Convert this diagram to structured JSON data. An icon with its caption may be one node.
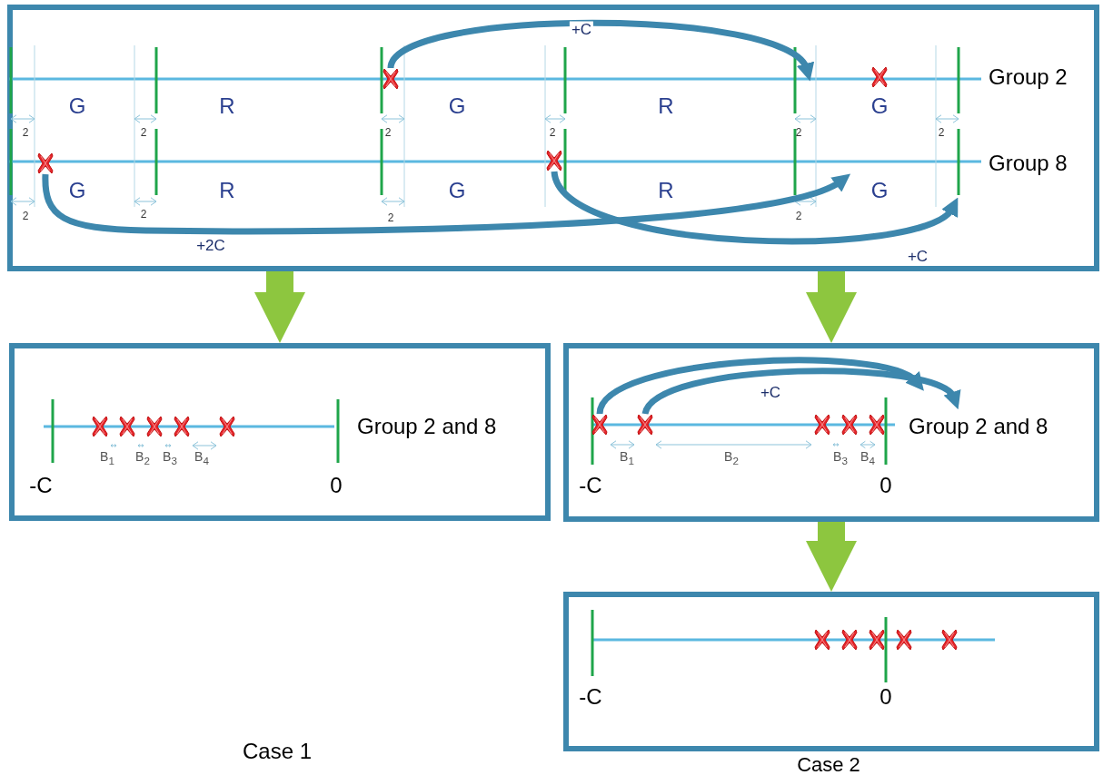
{
  "diagram": {
    "nodes": [
      {
        "text": [],
        "shape": "box"
      },
      {
        "text": [],
        "shape": "box"
      },
      {
        "text": [],
        "shape": "box"
      },
      {
        "text": [],
        "shape": "box"
      },
      {
        "text": [],
        "shape": "cross",
        "in": 0
      },
      {
        "text": [],
        "shape": "cross",
        "in": 0
      },
      {
        "text": [],
        "shape": "cross",
        "in": 0
      },
      {
        "text": [],
        "shape": "cross",
        "in": 0
      },
      {
        "text": [],
        "shape": "cross",
        "in": 1
      },
      {
        "text": [],
        "shape": "cross",
        "in": 1
      },
      {
        "text": [],
        "shape": "cross",
        "in": 1
      },
      {
        "text": [],
        "shape": "cross",
        "in": 1
      },
      {
        "text": [],
        "shape": "cross",
        "in": 1
      },
      {
        "text": [],
        "shape": "cross",
        "in": 2
      },
      {
        "text": [],
        "shape": "cross",
        "in": 2
      },
      {
        "text": [],
        "shape": "cross",
        "in": 2
      },
      {
        "text": [],
        "shape": "cross",
        "in": 2
      },
      {
        "text": [],
        "shape": "cross",
        "in": 2
      },
      {
        "text": [],
        "shape": "cross",
        "in": 3
      },
      {
        "text": [],
        "shape": "cross",
        "in": 3
      },
      {
        "text": [],
        "shape": "cross",
        "in": 3
      },
      {
        "text": [],
        "shape": "cross",
        "in": 3
      },
      {
        "text": [],
        "shape": "cross",
        "in": 3
      }
    ],
    "edges": [
      {
        "from": 0,
        "to": 1,
        "arrow": "to",
        "style": "thick",
        "color": "#8dc63f"
      },
      {
        "from": 0,
        "to": 2,
        "arrow": "to",
        "style": "thick",
        "color": "#8dc63f"
      },
      {
        "from": 2,
        "to": 3,
        "arrow": "to",
        "style": "thick",
        "color": "#8dc63f"
      },
      {
        "from": 4,
        "to": null,
        "arrow": "to",
        "label": "+C"
      },
      {
        "from": 6,
        "to": null,
        "arrow": "to",
        "label": "+2C"
      },
      {
        "from": 7,
        "to": null,
        "arrow": "to",
        "label": "+C"
      },
      {
        "from": 13,
        "to": null,
        "arrow": "to",
        "label": "+C"
      },
      {
        "from": 14,
        "to": null,
        "arrow": "to"
      }
    ],
    "labels": [
      "Group 2",
      "G",
      "R",
      "G",
      "R",
      "G",
      "2",
      "2",
      "2",
      "2",
      "2",
      "2",
      "Group 8",
      "G",
      "R",
      "G",
      "R",
      "G",
      "2",
      "2",
      "2",
      "2",
      "Group 2 and 8",
      "B$_{1}$",
      "B$_{2}$",
      "B$_{3}$",
      "B$_{4}$",
      "-C",
      "0",
      "Group 2 and 8",
      "B$_{1}$",
      "B$_{2}$",
      "B$_{3}$",
      "B$_{4}$",
      "-C",
      "0",
      "-C",
      "0",
      "Case 1",
      "Case 2"
    ]
  }
}
